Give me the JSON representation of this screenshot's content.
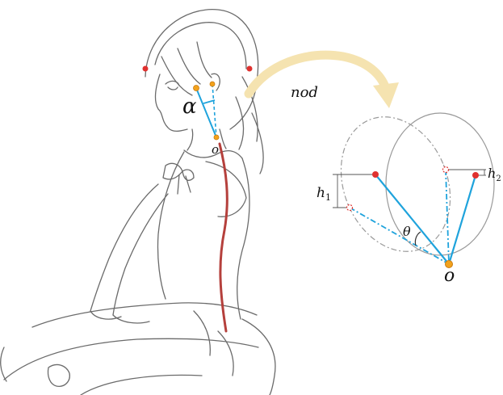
{
  "labels": {
    "alpha": "α",
    "o_small": "o",
    "nod": "nod",
    "h1": "h",
    "h1_sub": "1",
    "h2": "h",
    "h2_sub": "2",
    "theta": "θ",
    "o_large": "o"
  },
  "colors": {
    "sketch_line": "#6b6b6b",
    "spine": "#b5403c",
    "blue_vector": "#1fa3dc",
    "red_dot": "#e0312f",
    "orange_dot": "#f2a21c",
    "arrow": "#f5e3b0",
    "ellipse_solid": "#9a9a9a",
    "ellipse_dashed": "#9a9a9a"
  }
}
